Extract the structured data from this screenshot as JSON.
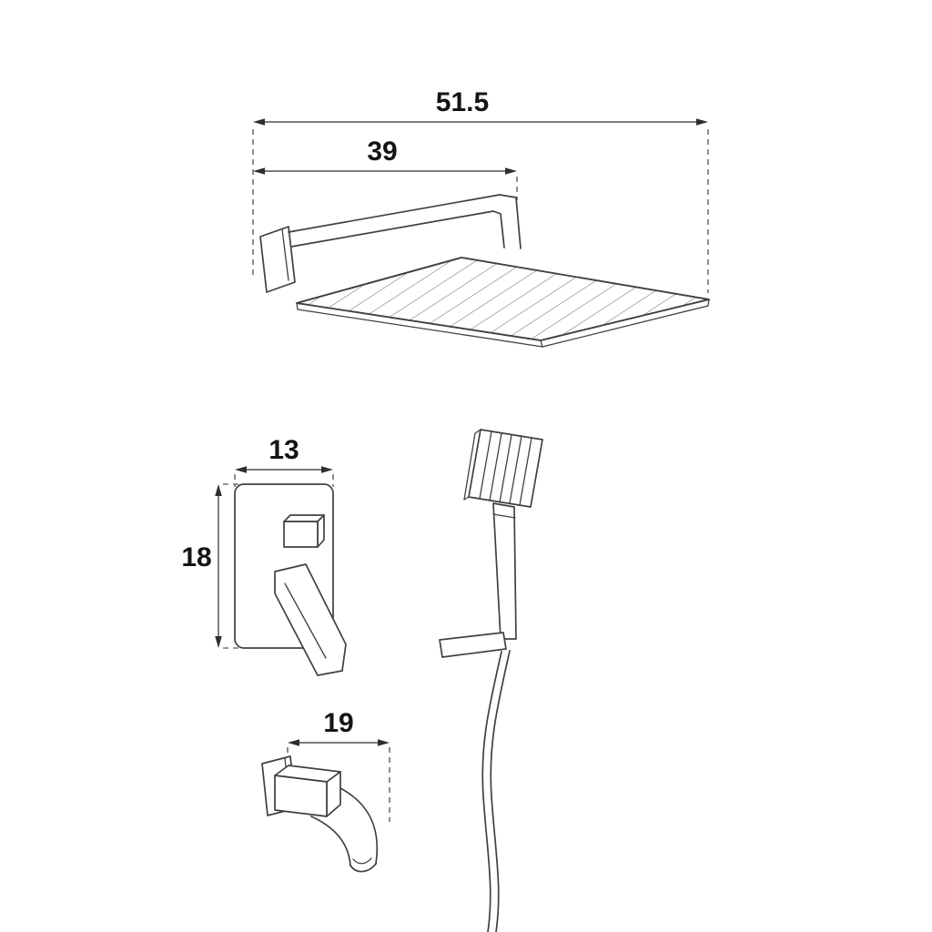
{
  "drawing": {
    "background_color": "#ffffff",
    "line_color": "#404040",
    "dimension_text_color": "#141414"
  },
  "dimensions": {
    "overall_width": "51.5",
    "arm_length": "39",
    "valve_width": "13",
    "valve_height": "18",
    "spout_length": "19"
  }
}
